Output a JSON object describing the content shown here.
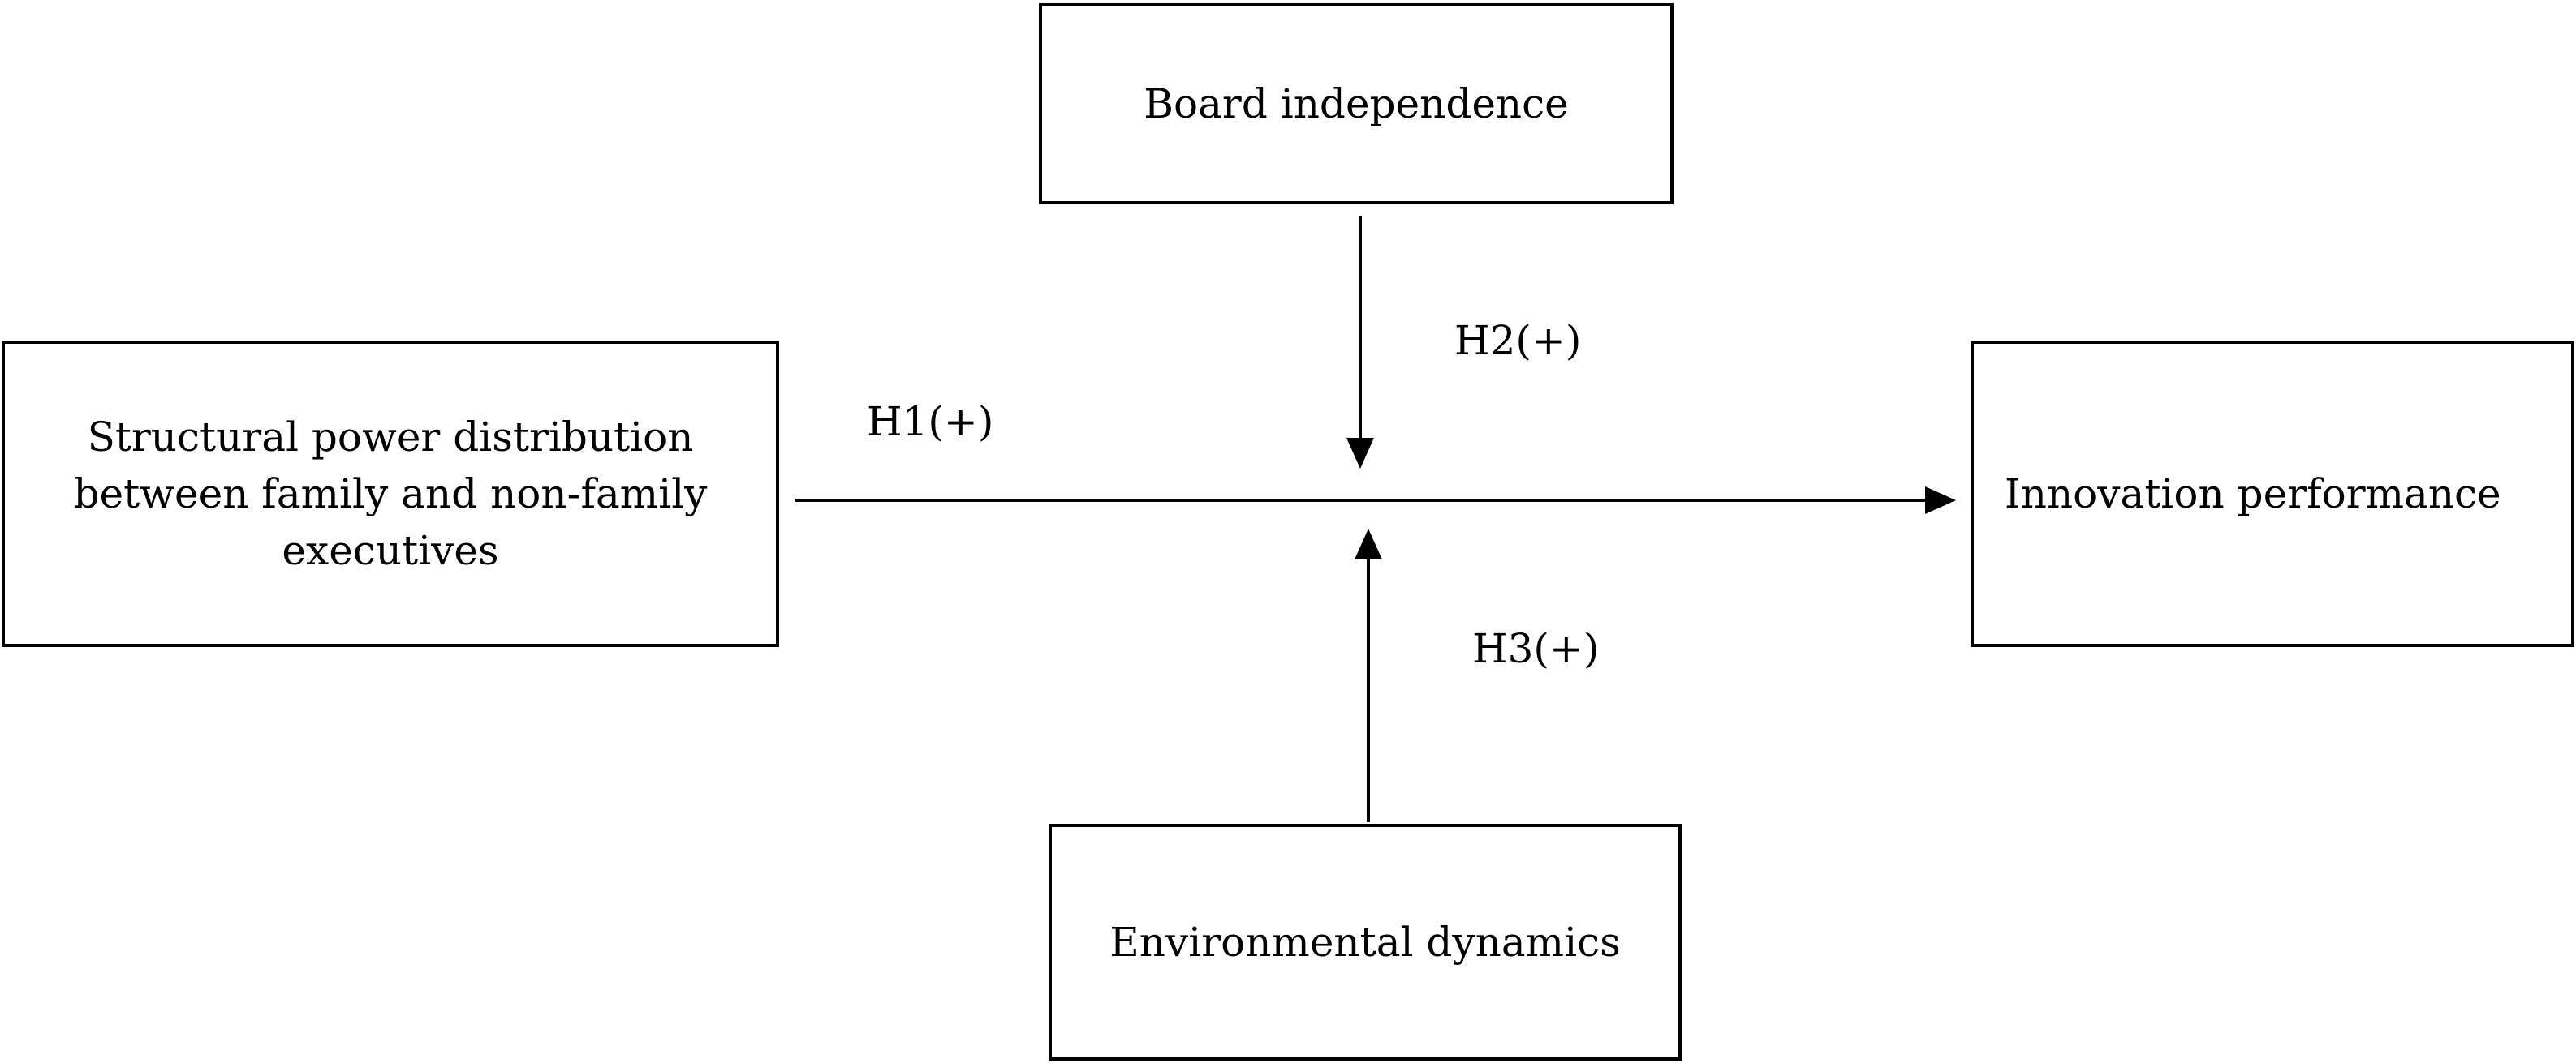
{
  "boxes": {
    "board": "Board independence",
    "structural": "Structural power distribution between family and non-family executives",
    "innovation": "Innovation performance",
    "environment": "Environmental dynamics"
  },
  "hypotheses": {
    "h1": "H1(+)",
    "h2": "H2(+)",
    "h3": "H3(+)"
  },
  "colors": {
    "stroke": "#000000",
    "background": "#ffffff"
  }
}
